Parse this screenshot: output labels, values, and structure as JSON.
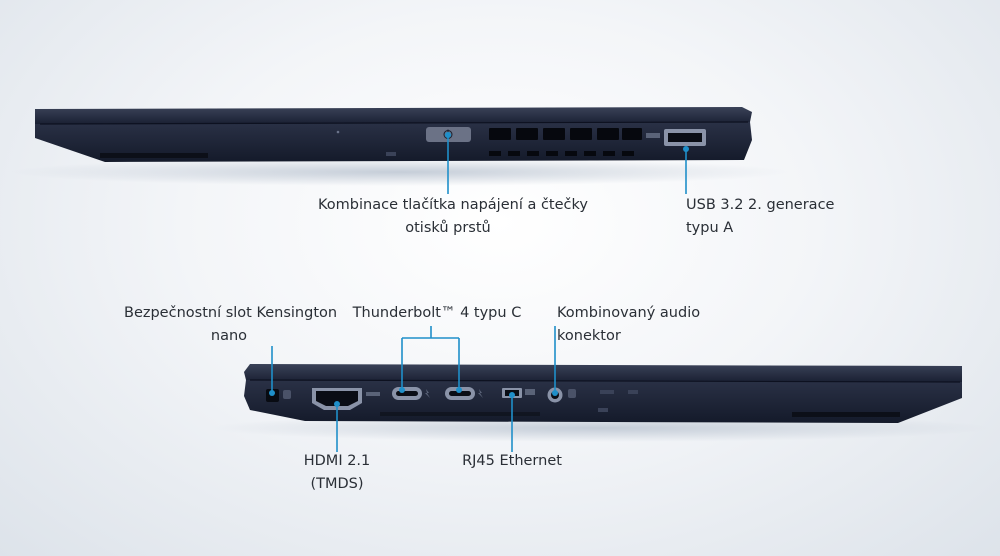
{
  "top_view": {
    "labels": {
      "power_button": [
        "Kombinace tlačítka napájení a čtečky",
        "otisků prstů"
      ],
      "usb_a": [
        "USB 3.2 2. generace",
        "typu A"
      ]
    }
  },
  "bottom_view": {
    "labels": {
      "kensington": [
        "Bezpečnostní slot Kensington",
        "nano"
      ],
      "thunderbolt": [
        "Thunderbolt™ 4 typu C"
      ],
      "audio": [
        "Kombinovaný audio",
        "konektor"
      ],
      "hdmi": [
        "HDMI 2.1",
        "(TMDS)"
      ],
      "rj45": [
        "RJ45 Ethernet"
      ]
    }
  },
  "colors": {
    "callout": "#1f8fc9",
    "chassis": "#1c2336",
    "text": "#2a2f36"
  }
}
